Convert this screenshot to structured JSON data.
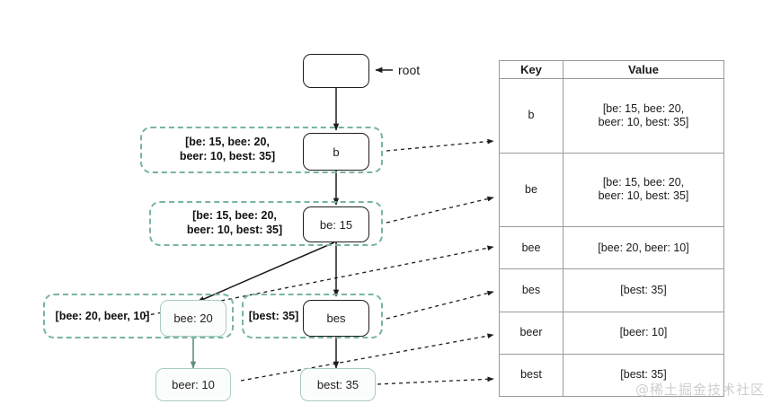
{
  "diagram": {
    "title": "Trie / prefix-map illustration",
    "root_label": "root",
    "nodes": [
      {
        "id": "root",
        "label": "",
        "style": "dark"
      },
      {
        "id": "b",
        "label": "b",
        "style": "dark"
      },
      {
        "id": "be",
        "label": "be: 15",
        "style": "dark"
      },
      {
        "id": "bee",
        "label": "bee: 20",
        "style": "teal"
      },
      {
        "id": "bes",
        "label": "bes",
        "style": "dark"
      },
      {
        "id": "beer",
        "label": "beer: 10",
        "style": "teal"
      },
      {
        "id": "best",
        "label": "best: 35",
        "style": "teal"
      }
    ],
    "annotations": [
      {
        "id": "ann-b",
        "text": "[be: 15, bee: 20,\nbeer: 10, best: 35]"
      },
      {
        "id": "ann-be",
        "text": "[be: 15, bee: 20,\nbeer: 10, best: 35]"
      },
      {
        "id": "ann-bee",
        "text": "[bee: 20, beer, 10]"
      },
      {
        "id": "ann-bes",
        "text": "[best: 35]"
      }
    ]
  },
  "table": {
    "headers": [
      "Key",
      "Value"
    ],
    "rows": [
      {
        "key": "b",
        "value": "[be: 15, bee: 20,\nbeer: 10, best: 35]"
      },
      {
        "key": "be",
        "value": "[be: 15, bee: 20,\nbeer: 10, best: 35]"
      },
      {
        "key": "bee",
        "value": "[bee: 20, beer: 10]"
      },
      {
        "key": "bes",
        "value": "[best: 35]"
      },
      {
        "key": "beer",
        "value": "[beer: 10]"
      },
      {
        "key": "best",
        "value": "[best: 35]"
      }
    ]
  },
  "watermark": {
    "text": "@稀土掘金技术社区"
  },
  "colors": {
    "node_border_dark": "#1d1d1d",
    "node_border_teal": "#a9ccc2",
    "group_dash": "#78b3a3",
    "table_border": "#5e5e5e",
    "edge": "#1d1d1d"
  }
}
